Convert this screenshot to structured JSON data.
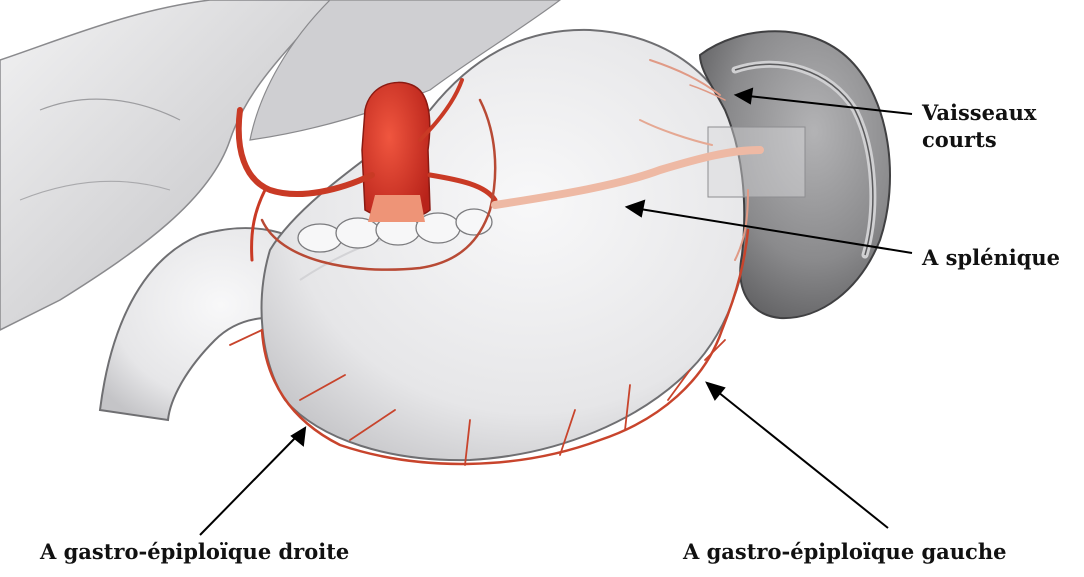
{
  "labels": {
    "vaisseaux_courts": [
      "Vaisseaux",
      "courts"
    ],
    "splenique": "A splénique",
    "gastro_epiploique_gauche": "A gastro-épiploïque gauche",
    "gastro_epiploique_droite": "A gastro-épiploïque droite"
  },
  "colors": {
    "artery": "#c8442c",
    "artery_light": "#e3a08a",
    "aorta": "#d92d1e",
    "stomach": "#ededee",
    "stomach_shadow": "#c9c9cc",
    "spleen": "#8c8c8e",
    "liver": "#d6d6d8",
    "outline": "#6f6f72",
    "arrow": "#000000"
  }
}
